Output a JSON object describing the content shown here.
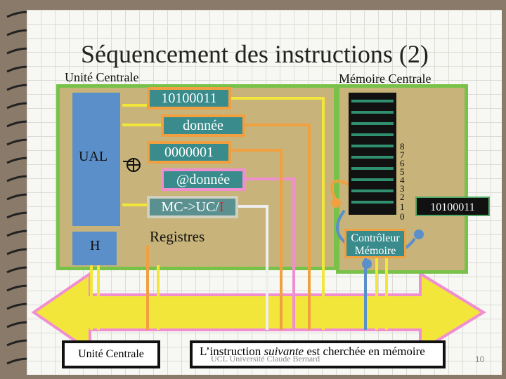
{
  "title": "Séquencement des instructions (2)",
  "labels": {
    "unite_centrale": "Unité Centrale",
    "memoire_centrale": "Mémoire Centrale",
    "ual": "UAL",
    "h": "H",
    "registres": "Registres",
    "bottom_unite_centrale": "Unité Centrale"
  },
  "registers": {
    "r1": "10100011",
    "r2": "donnée",
    "r3": "0000001",
    "r4": "@donnée",
    "r5_prefix": "MC->UC/",
    "r5_suffix": "I"
  },
  "memory": {
    "addresses": [
      "8",
      "7",
      "6",
      "5",
      "4",
      "3",
      "2",
      "1",
      "0"
    ],
    "value": "10100011",
    "controller": "Contrôleur Mémoire"
  },
  "caption": {
    "before": "L’instruction ",
    "italic": "suivante",
    "after": " est cherchée en mémoire"
  },
  "footer": "UCL Université Claude Bernard",
  "page_number": "10",
  "colors": {
    "green": "#79c24a",
    "orange": "#f0a040",
    "pink": "#f08fd0",
    "yellow": "#f2e63a",
    "blue": "#5b8fc9",
    "teal": "#3a8c8c"
  }
}
